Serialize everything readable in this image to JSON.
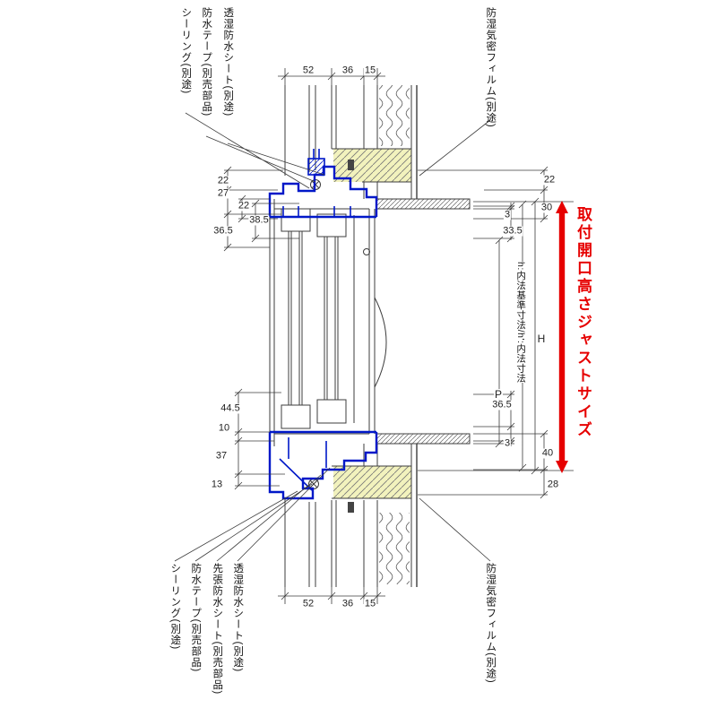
{
  "labels": {
    "top_left": [
      "シーリング(別途)",
      "防水テープ(別売部品)",
      "透湿防水シート(別途)"
    ],
    "top_right": "防湿気密フィルム(別途)",
    "bottom_left": [
      "シーリング(別途)",
      "防水テープ(別売部品)",
      "先張防水シート(別売部品)",
      "透湿防水シート(別途)"
    ],
    "bottom_right": "防湿気密フィルム(別途)",
    "inner_height_note": "h:内法基準寸法/h':内法寸法",
    "height_mark": "H",
    "pitch_mark": "P",
    "red_note": "取付開口高さジャストサイズ"
  },
  "dims": {
    "top": [
      "52",
      "36",
      "15"
    ],
    "bottom": [
      "52",
      "36",
      "15"
    ],
    "left_top": [
      "22",
      "27",
      "22",
      "38.5",
      "36.5"
    ],
    "right_top": [
      "22",
      "30",
      "3",
      "33.5"
    ],
    "left_bottom": [
      "44.5",
      "10",
      "37",
      "13"
    ],
    "right_bottom": [
      "36.5",
      "3",
      "40",
      "28"
    ]
  },
  "colors": {
    "frame_blue": "#0018c8",
    "accent_red": "#e60000",
    "insulation_yellow": "#f2f2bd"
  }
}
